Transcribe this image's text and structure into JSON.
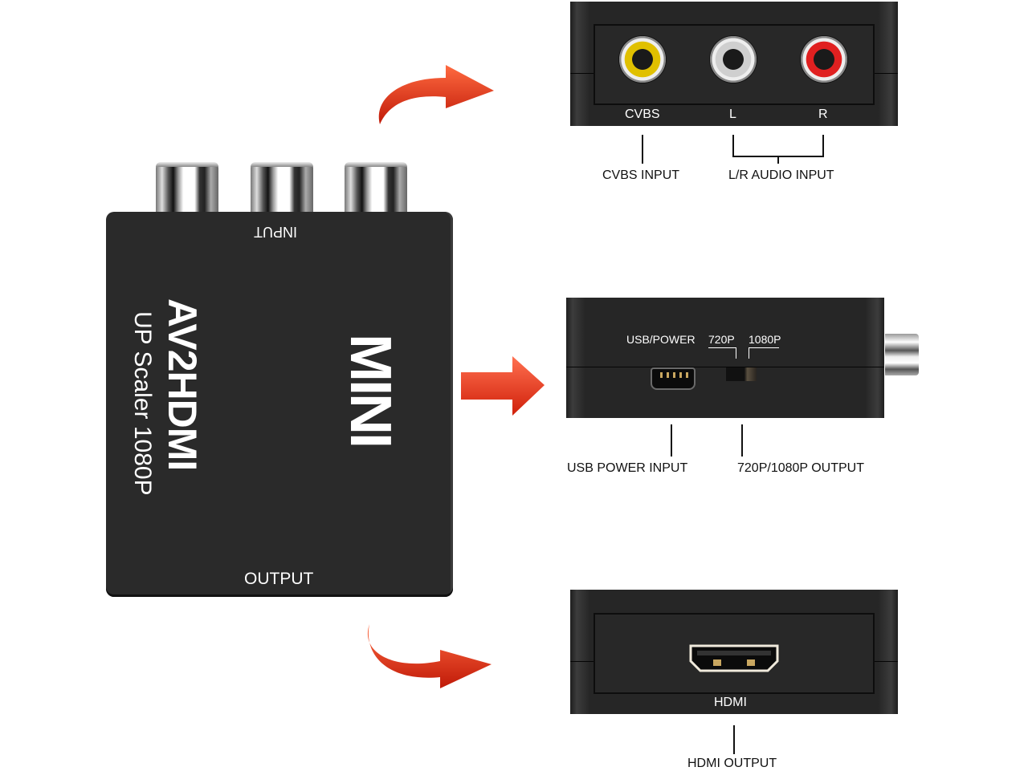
{
  "device": {
    "input_label": "INPUT",
    "output_label": "OUTPUT",
    "brand": "AV2HDMI",
    "subtitle": "UP Scaler 1080P",
    "mini_label": "MINI"
  },
  "top_panel": {
    "ports": [
      {
        "label": "CVBS",
        "color": "#e8c800"
      },
      {
        "label": "L",
        "color": "#d8d8d8"
      },
      {
        "label": "R",
        "color": "#e02020"
      }
    ],
    "callouts": [
      "CVBS INPUT",
      "L/R AUDIO INPUT"
    ]
  },
  "middle_panel": {
    "usb_label": "USB/POWER",
    "switch_labels": [
      "720P",
      "1080P"
    ],
    "callouts": [
      "USB POWER INPUT",
      "720P/1080P OUTPUT"
    ]
  },
  "bottom_panel": {
    "port_label": "HDMI",
    "callout": "HDMI OUTPUT"
  },
  "colors": {
    "arrow": "#e0301a",
    "device_body": "#2a2a2a"
  }
}
